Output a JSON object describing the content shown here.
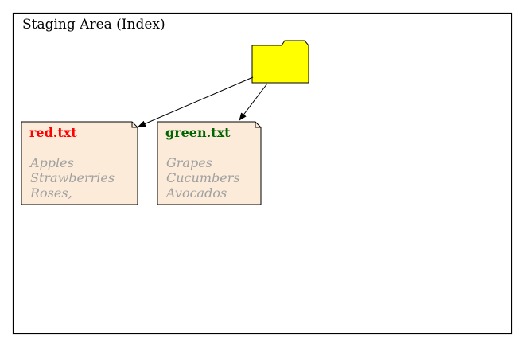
{
  "cluster": {
    "label": "Staging Area (Index)"
  },
  "folder": {
    "icon": "folder-icon",
    "fill": "#ffff00"
  },
  "files": [
    {
      "name": "red.txt",
      "name_color": "#ff0000",
      "lines": [
        "Apples",
        "Strawberries",
        "Roses,"
      ]
    },
    {
      "name": "green.txt",
      "name_color": "#006400",
      "lines": [
        "Grapes",
        "Cucumbers",
        "Avocados"
      ]
    }
  ],
  "colors": {
    "note_fill": "#fcebd9",
    "note_text": "#a0a0a0",
    "border": "#000000"
  }
}
